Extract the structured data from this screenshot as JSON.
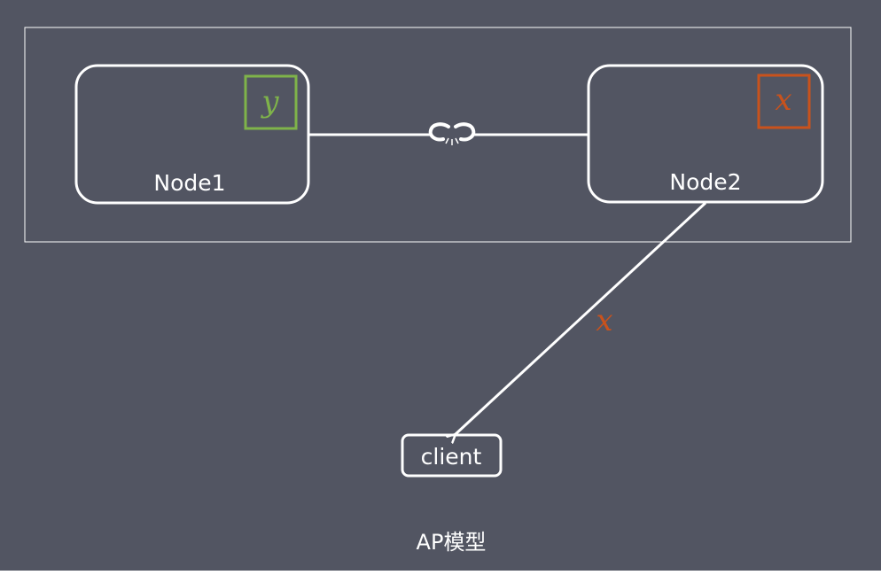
{
  "colors": {
    "background": "#525562",
    "line": "#ffffff",
    "green": "#7fb34a",
    "orange": "#c9521c"
  },
  "node1": {
    "label": "Node1",
    "var": "y"
  },
  "node2": {
    "label": "Node2",
    "var": "x"
  },
  "link": {
    "icon": "broken-link-icon"
  },
  "edge": {
    "var": "x"
  },
  "client": {
    "label": "client"
  },
  "caption": "AP模型"
}
